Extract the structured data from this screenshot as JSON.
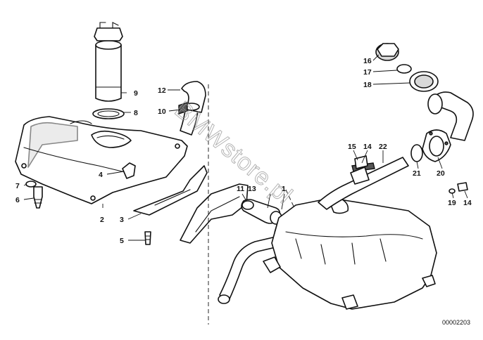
{
  "diagram": {
    "watermark": "BMWstore.pl",
    "document_number": "00002203",
    "callouts": [
      "1",
      "2",
      "3",
      "4",
      "5",
      "6",
      "7",
      "8",
      "9",
      "10",
      "11",
      "12",
      "13",
      "14",
      "14",
      "15",
      "16",
      "17",
      "18",
      "19",
      "20",
      "21",
      "22"
    ]
  }
}
